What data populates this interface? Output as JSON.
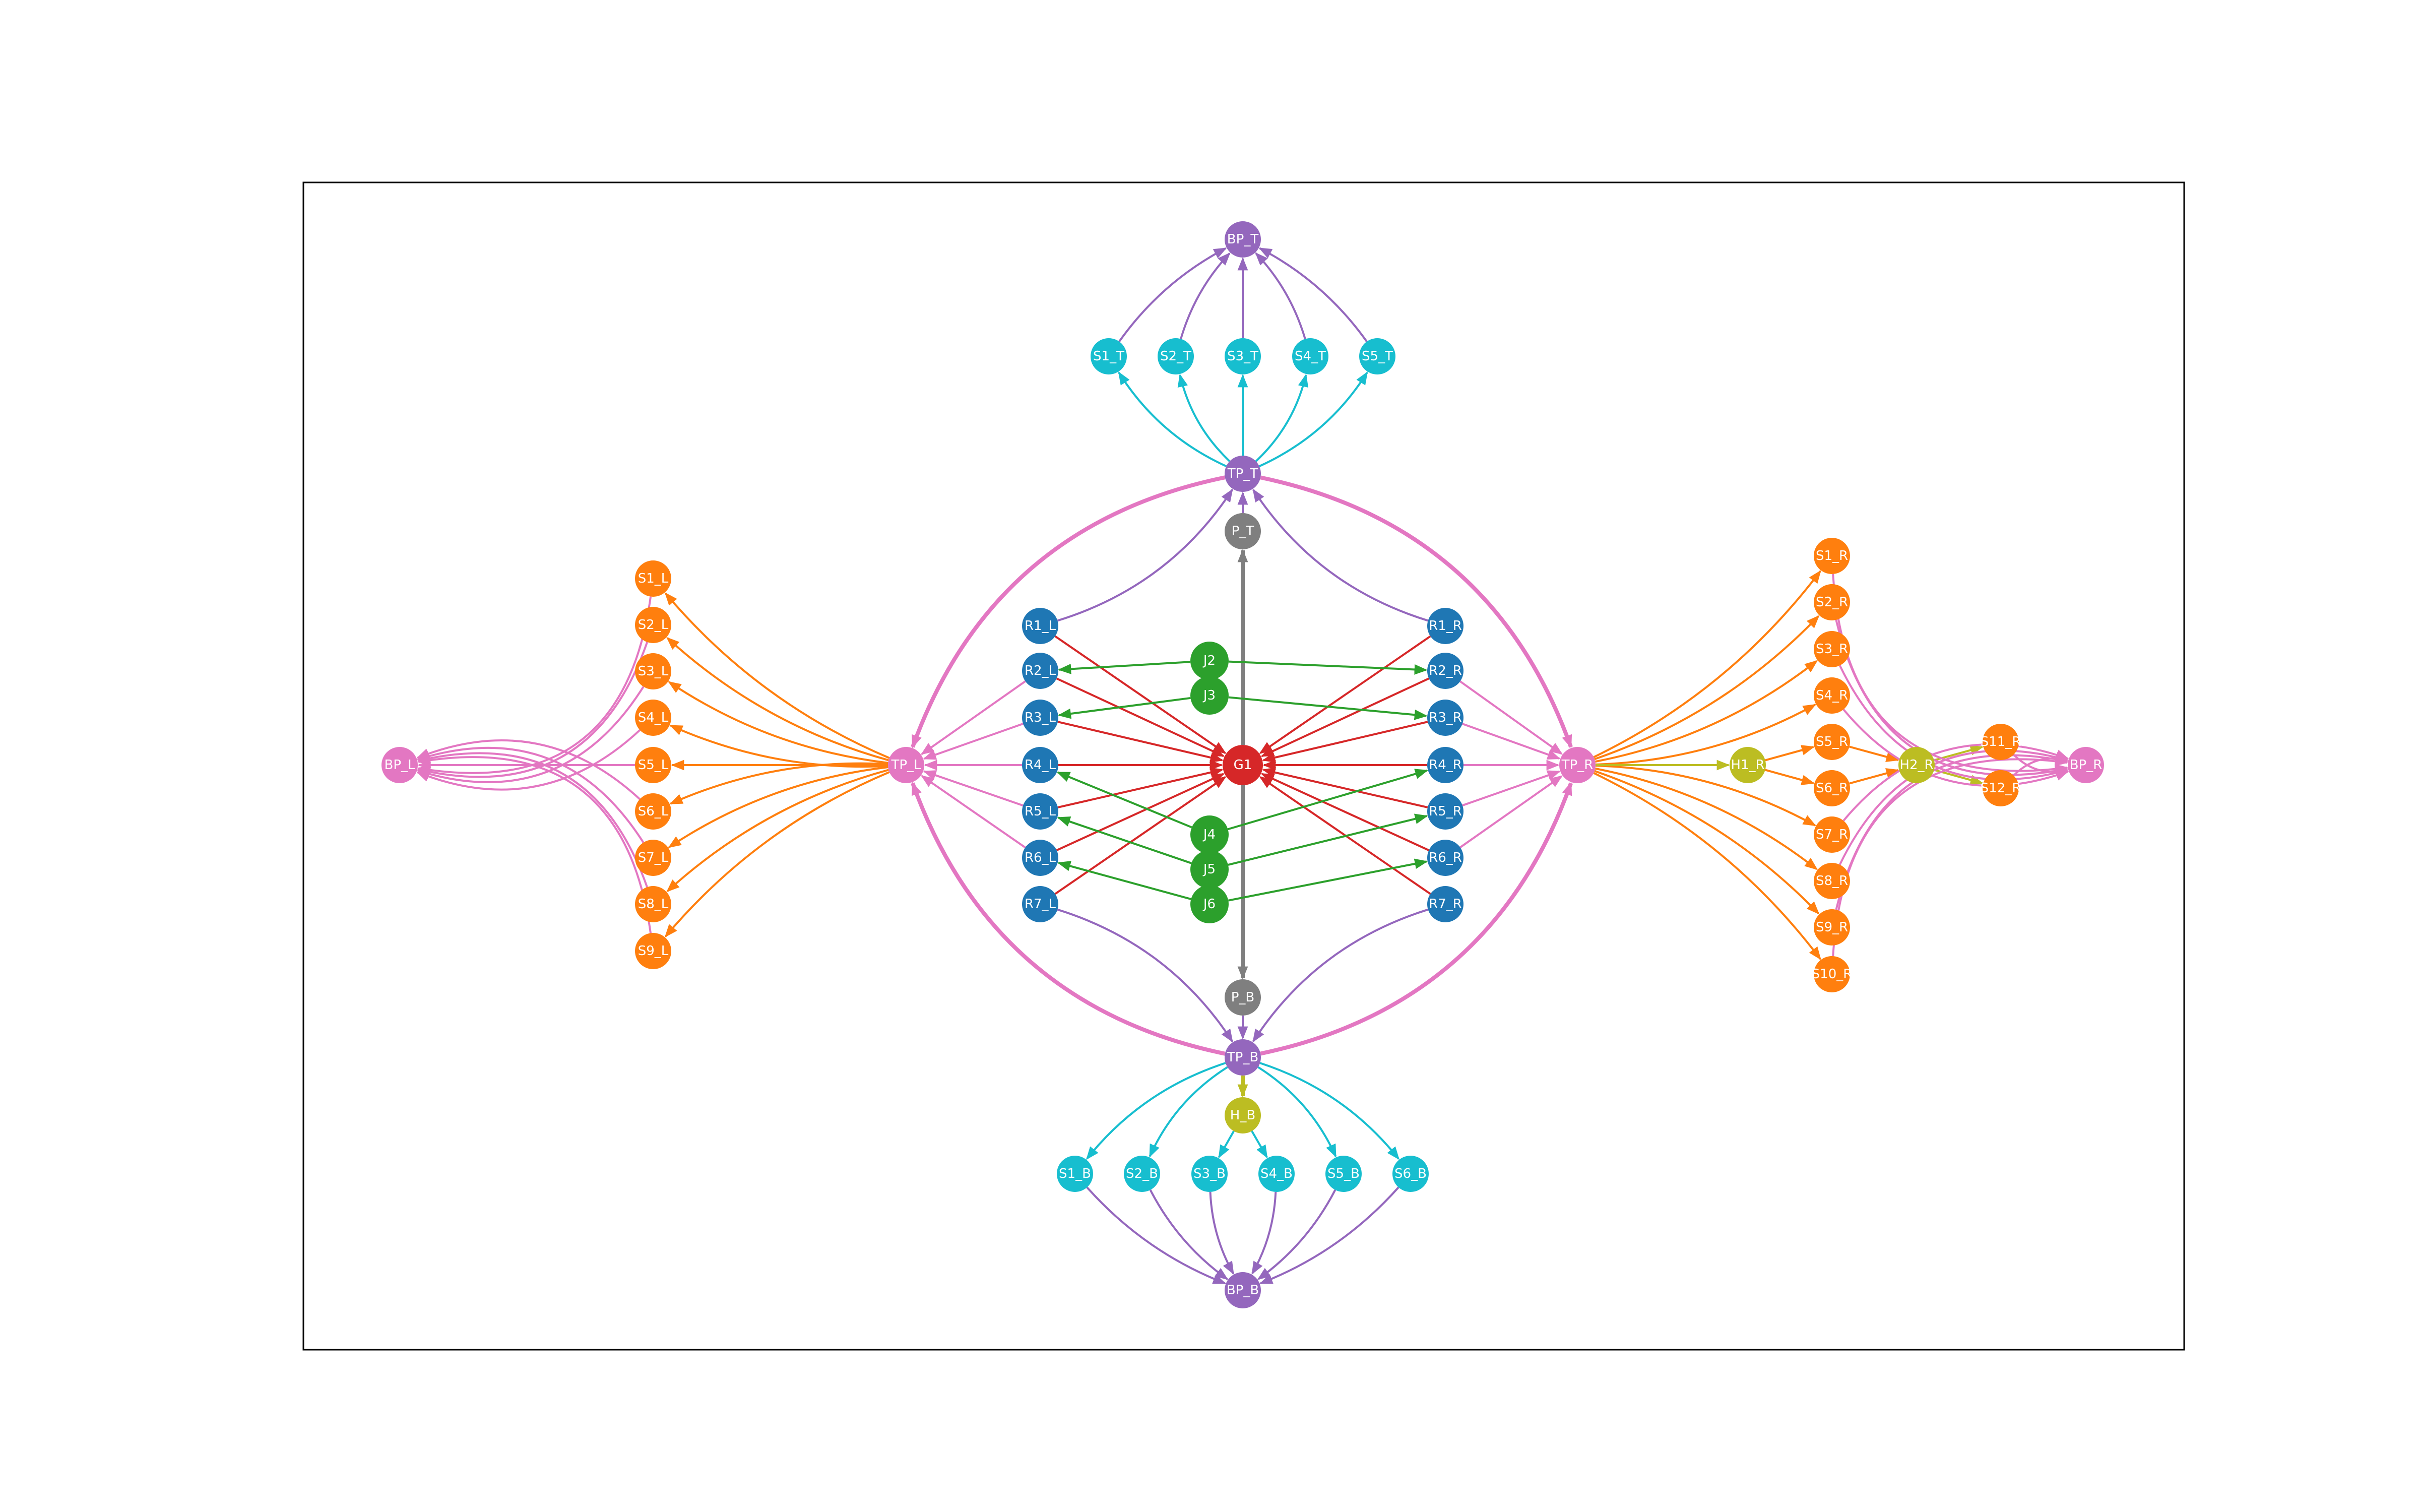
{
  "colors": {
    "pink": "#e377c2",
    "purple": "#9467bd",
    "cyan": "#17becf",
    "orange": "#ff7f0e",
    "blue": "#1f77b4",
    "green": "#2ca02c",
    "red": "#d62728",
    "gray": "#7f7f7f",
    "olive": "#bcbd22"
  },
  "nodes": [
    {
      "id": "G1",
      "label": "G1",
      "color": "red"
    },
    {
      "id": "P_T",
      "label": "P_T",
      "color": "gray"
    },
    {
      "id": "P_B",
      "label": "P_B",
      "color": "gray"
    },
    {
      "id": "TP_T",
      "label": "TP_T",
      "color": "purple"
    },
    {
      "id": "TP_B",
      "label": "TP_B",
      "color": "purple"
    },
    {
      "id": "TP_L",
      "label": "TP_L",
      "color": "pink"
    },
    {
      "id": "TP_R",
      "label": "TP_R",
      "color": "pink"
    },
    {
      "id": "BP_T",
      "label": "BP_T",
      "color": "purple"
    },
    {
      "id": "BP_B",
      "label": "BP_B",
      "color": "purple"
    },
    {
      "id": "BP_L",
      "label": "BP_L",
      "color": "pink"
    },
    {
      "id": "BP_R",
      "label": "BP_R",
      "color": "pink"
    },
    {
      "id": "J2",
      "label": "J2",
      "color": "green"
    },
    {
      "id": "J3",
      "label": "J3",
      "color": "green"
    },
    {
      "id": "J4",
      "label": "J4",
      "color": "green"
    },
    {
      "id": "J5",
      "label": "J5",
      "color": "green"
    },
    {
      "id": "J6",
      "label": "J6",
      "color": "green"
    },
    {
      "id": "R1_L",
      "label": "R1_L",
      "color": "blue"
    },
    {
      "id": "R2_L",
      "label": "R2_L",
      "color": "blue"
    },
    {
      "id": "R3_L",
      "label": "R3_L",
      "color": "blue"
    },
    {
      "id": "R4_L",
      "label": "R4_L",
      "color": "blue"
    },
    {
      "id": "R5_L",
      "label": "R5_L",
      "color": "blue"
    },
    {
      "id": "R6_L",
      "label": "R6_L",
      "color": "blue"
    },
    {
      "id": "R7_L",
      "label": "R7_L",
      "color": "blue"
    },
    {
      "id": "R1_R",
      "label": "R1_R",
      "color": "blue"
    },
    {
      "id": "R2_R",
      "label": "R2_R",
      "color": "blue"
    },
    {
      "id": "R3_R",
      "label": "R3_R",
      "color": "blue"
    },
    {
      "id": "R4_R",
      "label": "R4_R",
      "color": "blue"
    },
    {
      "id": "R5_R",
      "label": "R5_R",
      "color": "blue"
    },
    {
      "id": "R6_R",
      "label": "R6_R",
      "color": "blue"
    },
    {
      "id": "R7_R",
      "label": "R7_R",
      "color": "blue"
    },
    {
      "id": "S1_T",
      "label": "S1_T",
      "color": "cyan"
    },
    {
      "id": "S2_T",
      "label": "S2_T",
      "color": "cyan"
    },
    {
      "id": "S3_T",
      "label": "S3_T",
      "color": "cyan"
    },
    {
      "id": "S4_T",
      "label": "S4_T",
      "color": "cyan"
    },
    {
      "id": "S5_T",
      "label": "S5_T",
      "color": "cyan"
    },
    {
      "id": "H_B",
      "label": "H_B",
      "color": "olive"
    },
    {
      "id": "S1_B",
      "label": "S1_B",
      "color": "cyan"
    },
    {
      "id": "S2_B",
      "label": "S2_B",
      "color": "cyan"
    },
    {
      "id": "S3_B",
      "label": "S3_B",
      "color": "cyan"
    },
    {
      "id": "S4_B",
      "label": "S4_B",
      "color": "cyan"
    },
    {
      "id": "S5_B",
      "label": "S5_B",
      "color": "cyan"
    },
    {
      "id": "S6_B",
      "label": "S6_B",
      "color": "cyan"
    },
    {
      "id": "S1_L",
      "label": "S1_L",
      "color": "orange"
    },
    {
      "id": "S2_L",
      "label": "S2_L",
      "color": "orange"
    },
    {
      "id": "S3_L",
      "label": "S3_L",
      "color": "orange"
    },
    {
      "id": "S4_L",
      "label": "S4_L",
      "color": "orange"
    },
    {
      "id": "S5_L",
      "label": "S5_L",
      "color": "orange"
    },
    {
      "id": "S6_L",
      "label": "S6_L",
      "color": "orange"
    },
    {
      "id": "S7_L",
      "label": "S7_L",
      "color": "orange"
    },
    {
      "id": "S8_L",
      "label": "S8_L",
      "color": "orange"
    },
    {
      "id": "S9_L",
      "label": "S9_L",
      "color": "orange"
    },
    {
      "id": "S1_R",
      "label": "S1_R",
      "color": "orange"
    },
    {
      "id": "S2_R",
      "label": "S2_R",
      "color": "orange"
    },
    {
      "id": "S3_R",
      "label": "S3_R",
      "color": "orange"
    },
    {
      "id": "S4_R",
      "label": "S4_R",
      "color": "orange"
    },
    {
      "id": "S5_R",
      "label": "S5_R",
      "color": "orange"
    },
    {
      "id": "S6_R",
      "label": "S6_R",
      "color": "orange"
    },
    {
      "id": "S7_R",
      "label": "S7_R",
      "color": "orange"
    },
    {
      "id": "S8_R",
      "label": "S8_R",
      "color": "orange"
    },
    {
      "id": "S9_R",
      "label": "S9_R",
      "color": "orange"
    },
    {
      "id": "S10_R",
      "label": "S10_R",
      "color": "orange"
    },
    {
      "id": "S11_R",
      "label": "S11_R",
      "color": "orange"
    },
    {
      "id": "S12_R",
      "label": "S12_R",
      "color": "orange"
    },
    {
      "id": "H1_R",
      "label": "H1_R",
      "color": "olive"
    },
    {
      "id": "H2_R",
      "label": "H2_R",
      "color": "olive"
    }
  ],
  "edges": [
    {
      "from": "G1",
      "to": "P_T",
      "color": "gray",
      "bold": true
    },
    {
      "from": "G1",
      "to": "P_B",
      "color": "gray",
      "bold": true
    },
    {
      "from": "P_T",
      "to": "TP_T",
      "color": "purple"
    },
    {
      "from": "P_B",
      "to": "TP_B",
      "color": "purple"
    },
    {
      "from": "TP_T",
      "to": "TP_L",
      "color": "pink",
      "bold": true
    },
    {
      "from": "TP_T",
      "to": "TP_R",
      "color": "pink",
      "bold": true
    },
    {
      "from": "TP_B",
      "to": "TP_L",
      "color": "pink",
      "bold": true
    },
    {
      "from": "TP_B",
      "to": "TP_R",
      "color": "pink",
      "bold": true
    },
    {
      "from": "R1_L",
      "to": "TP_T",
      "color": "purple"
    },
    {
      "from": "R1_R",
      "to": "TP_T",
      "color": "purple"
    },
    {
      "from": "R7_L",
      "to": "TP_B",
      "color": "purple"
    },
    {
      "from": "R7_R",
      "to": "TP_B",
      "color": "purple"
    },
    {
      "from": "R2_L",
      "to": "TP_L",
      "color": "pink"
    },
    {
      "from": "R3_L",
      "to": "TP_L",
      "color": "pink"
    },
    {
      "from": "R4_L",
      "to": "TP_L",
      "color": "pink"
    },
    {
      "from": "R5_L",
      "to": "TP_L",
      "color": "pink"
    },
    {
      "from": "R6_L",
      "to": "TP_L",
      "color": "pink"
    },
    {
      "from": "R2_R",
      "to": "TP_R",
      "color": "pink"
    },
    {
      "from": "R3_R",
      "to": "TP_R",
      "color": "pink"
    },
    {
      "from": "R4_R",
      "to": "TP_R",
      "color": "pink"
    },
    {
      "from": "R5_R",
      "to": "TP_R",
      "color": "pink"
    },
    {
      "from": "R6_R",
      "to": "TP_R",
      "color": "pink"
    },
    {
      "from": "R1_L",
      "to": "G1",
      "color": "red"
    },
    {
      "from": "R2_L",
      "to": "G1",
      "color": "red"
    },
    {
      "from": "R3_L",
      "to": "G1",
      "color": "red"
    },
    {
      "from": "R4_L",
      "to": "G1",
      "color": "red"
    },
    {
      "from": "R5_L",
      "to": "G1",
      "color": "red"
    },
    {
      "from": "R6_L",
      "to": "G1",
      "color": "red"
    },
    {
      "from": "R7_L",
      "to": "G1",
      "color": "red"
    },
    {
      "from": "R1_R",
      "to": "G1",
      "color": "red"
    },
    {
      "from": "R2_R",
      "to": "G1",
      "color": "red"
    },
    {
      "from": "R3_R",
      "to": "G1",
      "color": "red"
    },
    {
      "from": "R4_R",
      "to": "G1",
      "color": "red"
    },
    {
      "from": "R5_R",
      "to": "G1",
      "color": "red"
    },
    {
      "from": "R6_R",
      "to": "G1",
      "color": "red"
    },
    {
      "from": "R7_R",
      "to": "G1",
      "color": "red"
    },
    {
      "from": "J2",
      "to": "R2_L",
      "color": "green"
    },
    {
      "from": "J2",
      "to": "R2_R",
      "color": "green"
    },
    {
      "from": "J3",
      "to": "R3_L",
      "color": "green"
    },
    {
      "from": "J3",
      "to": "R3_R",
      "color": "green"
    },
    {
      "from": "J4",
      "to": "R4_L",
      "color": "green"
    },
    {
      "from": "J4",
      "to": "R4_R",
      "color": "green"
    },
    {
      "from": "J5",
      "to": "R5_L",
      "color": "green"
    },
    {
      "from": "J5",
      "to": "R5_R",
      "color": "green"
    },
    {
      "from": "J6",
      "to": "R6_L",
      "color": "green"
    },
    {
      "from": "J6",
      "to": "R6_R",
      "color": "green"
    },
    {
      "from": "TP_T",
      "to": "S1_T",
      "color": "cyan"
    },
    {
      "from": "TP_T",
      "to": "S2_T",
      "color": "cyan"
    },
    {
      "from": "TP_T",
      "to": "S3_T",
      "color": "cyan"
    },
    {
      "from": "TP_T",
      "to": "S4_T",
      "color": "cyan"
    },
    {
      "from": "TP_T",
      "to": "S5_T",
      "color": "cyan"
    },
    {
      "from": "S1_T",
      "to": "BP_T",
      "color": "purple"
    },
    {
      "from": "S2_T",
      "to": "BP_T",
      "color": "purple"
    },
    {
      "from": "S3_T",
      "to": "BP_T",
      "color": "purple"
    },
    {
      "from": "S4_T",
      "to": "BP_T",
      "color": "purple"
    },
    {
      "from": "S5_T",
      "to": "BP_T",
      "color": "purple"
    },
    {
      "from": "TP_B",
      "to": "H_B",
      "color": "olive",
      "bold": true
    },
    {
      "from": "H_B",
      "to": "S3_B",
      "color": "cyan"
    },
    {
      "from": "H_B",
      "to": "S4_B",
      "color": "cyan"
    },
    {
      "from": "TP_B",
      "to": "S1_B",
      "color": "cyan"
    },
    {
      "from": "TP_B",
      "to": "S2_B",
      "color": "cyan"
    },
    {
      "from": "TP_B",
      "to": "S5_B",
      "color": "cyan"
    },
    {
      "from": "TP_B",
      "to": "S6_B",
      "color": "cyan"
    },
    {
      "from": "S1_B",
      "to": "BP_B",
      "color": "purple"
    },
    {
      "from": "S2_B",
      "to": "BP_B",
      "color": "purple"
    },
    {
      "from": "S3_B",
      "to": "BP_B",
      "color": "purple"
    },
    {
      "from": "S4_B",
      "to": "BP_B",
      "color": "purple"
    },
    {
      "from": "S5_B",
      "to": "BP_B",
      "color": "purple"
    },
    {
      "from": "S6_B",
      "to": "BP_B",
      "color": "purple"
    },
    {
      "from": "TP_L",
      "to": "S1_L",
      "color": "orange"
    },
    {
      "from": "TP_L",
      "to": "S2_L",
      "color": "orange"
    },
    {
      "from": "TP_L",
      "to": "S3_L",
      "color": "orange"
    },
    {
      "from": "TP_L",
      "to": "S4_L",
      "color": "orange"
    },
    {
      "from": "TP_L",
      "to": "S5_L",
      "color": "orange"
    },
    {
      "from": "TP_L",
      "to": "S6_L",
      "color": "orange"
    },
    {
      "from": "TP_L",
      "to": "S7_L",
      "color": "orange"
    },
    {
      "from": "TP_L",
      "to": "S8_L",
      "color": "orange"
    },
    {
      "from": "TP_L",
      "to": "S9_L",
      "color": "orange"
    },
    {
      "from": "S1_L",
      "to": "BP_L",
      "color": "pink"
    },
    {
      "from": "S2_L",
      "to": "BP_L",
      "color": "pink"
    },
    {
      "from": "S3_L",
      "to": "BP_L",
      "color": "pink"
    },
    {
      "from": "S4_L",
      "to": "BP_L",
      "color": "pink"
    },
    {
      "from": "S5_L",
      "to": "BP_L",
      "color": "pink"
    },
    {
      "from": "S6_L",
      "to": "BP_L",
      "color": "pink"
    },
    {
      "from": "S7_L",
      "to": "BP_L",
      "color": "pink"
    },
    {
      "from": "S8_L",
      "to": "BP_L",
      "color": "pink"
    },
    {
      "from": "S9_L",
      "to": "BP_L",
      "color": "pink"
    },
    {
      "from": "TP_R",
      "to": "S1_R",
      "color": "orange"
    },
    {
      "from": "TP_R",
      "to": "S2_R",
      "color": "orange"
    },
    {
      "from": "TP_R",
      "to": "S3_R",
      "color": "orange"
    },
    {
      "from": "TP_R",
      "to": "S4_R",
      "color": "orange"
    },
    {
      "from": "TP_R",
      "to": "S7_R",
      "color": "orange"
    },
    {
      "from": "TP_R",
      "to": "S8_R",
      "color": "orange"
    },
    {
      "from": "TP_R",
      "to": "S9_R",
      "color": "orange"
    },
    {
      "from": "TP_R",
      "to": "S10_R",
      "color": "orange"
    },
    {
      "from": "TP_R",
      "to": "H1_R",
      "color": "olive"
    },
    {
      "from": "H1_R",
      "to": "S5_R",
      "color": "orange"
    },
    {
      "from": "H1_R",
      "to": "S6_R",
      "color": "orange"
    },
    {
      "from": "S5_R",
      "to": "H2_R",
      "color": "orange"
    },
    {
      "from": "S6_R",
      "to": "H2_R",
      "color": "orange"
    },
    {
      "from": "H2_R",
      "to": "S11_R",
      "color": "olive"
    },
    {
      "from": "H2_R",
      "to": "S12_R",
      "color": "olive"
    },
    {
      "from": "S11_R",
      "to": "BP_R",
      "color": "pink"
    },
    {
      "from": "S12_R",
      "to": "BP_R",
      "color": "pink"
    },
    {
      "from": "S1_R",
      "to": "BP_R",
      "color": "pink"
    },
    {
      "from": "S2_R",
      "to": "BP_R",
      "color": "pink"
    },
    {
      "from": "S3_R",
      "to": "BP_R",
      "color": "pink"
    },
    {
      "from": "S4_R",
      "to": "BP_R",
      "color": "pink"
    },
    {
      "from": "S7_R",
      "to": "BP_R",
      "color": "pink"
    },
    {
      "from": "S8_R",
      "to": "BP_R",
      "color": "pink"
    },
    {
      "from": "S9_R",
      "to": "BP_R",
      "color": "pink"
    },
    {
      "from": "S10_R",
      "to": "BP_R",
      "color": "pink"
    }
  ]
}
